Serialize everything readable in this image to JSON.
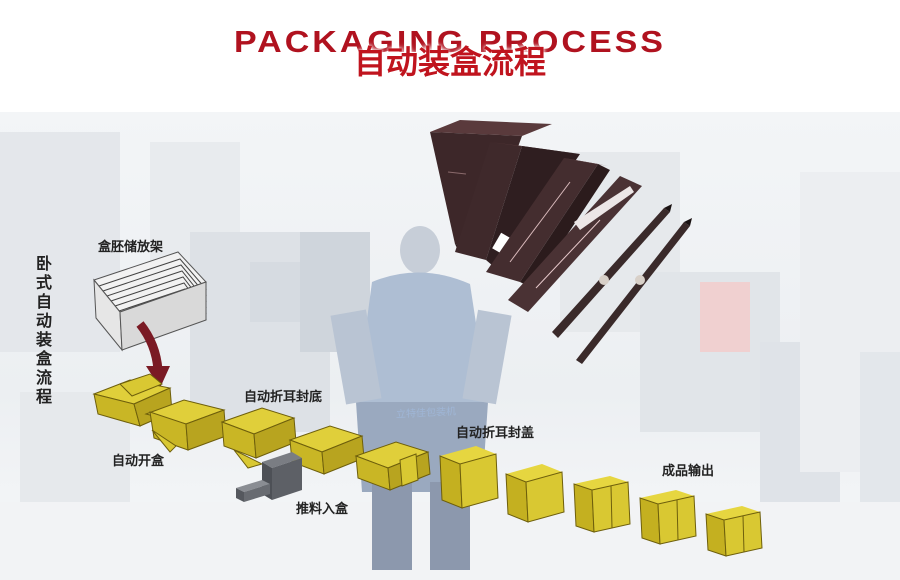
{
  "header": {
    "title_en": "PACKAGING PROCESS",
    "title_cn": "自动装盒流程"
  },
  "labels": {
    "vertical": "卧式自动装盒流程",
    "blank_rack": "盒胚储放架",
    "auto_open": "自动开盒",
    "fold_bottom": "自动折耳封底",
    "push_in": "推料入盒",
    "fold_top": "自动折耳封盖",
    "output": "成品输出",
    "shirt": "立特佳包装机"
  },
  "colors": {
    "box_yellow": "#d9c832",
    "box_edge": "#6e5f0c",
    "box_shade": "#b8a41f",
    "title_red": "#c0141e",
    "arrow": "#7a1a24",
    "pusher": "#5d6066"
  }
}
